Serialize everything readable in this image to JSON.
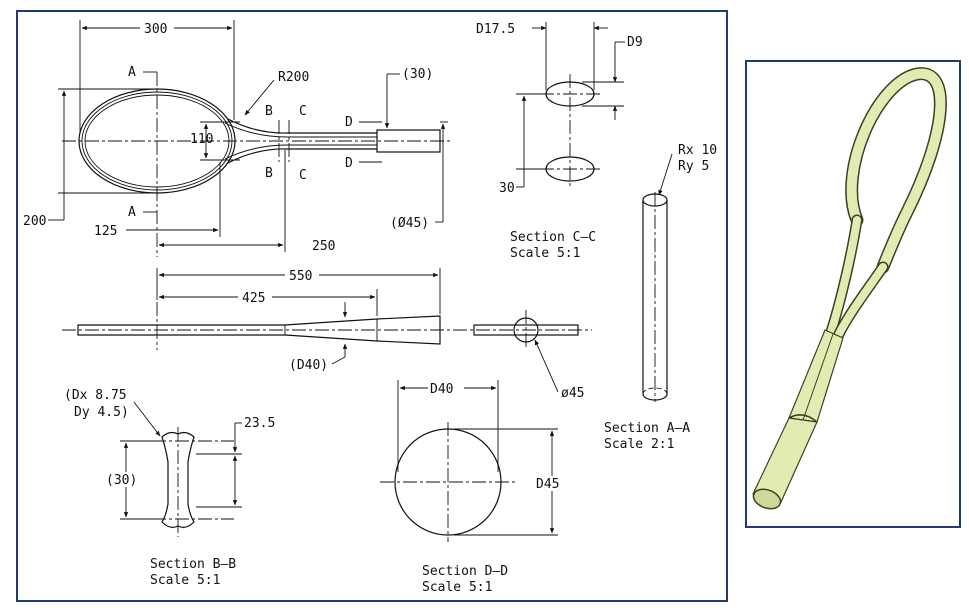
{
  "colors": {
    "frame": "#1f3a78",
    "ink": "#111111",
    "racket": "#e4ebb2",
    "racket_edge": "#3c4024"
  },
  "dimensions": {
    "d300": "300",
    "r200": "R200",
    "d30top": "(30)",
    "a_top": "A",
    "a_bottom": "A",
    "b_top": "B",
    "c_top": "C",
    "b_bottom": "B",
    "c_bottom": "C",
    "d_top": "D",
    "d_bottom": "D",
    "d110": "110",
    "d200": "200",
    "d125": "125",
    "d250": "250",
    "phi45_top": "(Ø45)",
    "d550": "550",
    "d425": "425",
    "d40": "(D40)",
    "phi45_side": "ø45"
  },
  "section_cc": {
    "d175": "D17.5",
    "d9": "D9",
    "d30": "30",
    "title": "Section C–C",
    "scale": "Scale 5:1"
  },
  "section_aa": {
    "rx": "Rx 10",
    "ry": "Ry 5",
    "title": "Section A–A",
    "scale": "Scale 2:1"
  },
  "section_bb": {
    "dx": "(Dx 8.75",
    "dy": "Dy 4.5)",
    "d235": "23.5",
    "d30": "(30)",
    "title": "Section B–B",
    "scale": "Scale 5:1"
  },
  "section_dd": {
    "d40": "D40",
    "d45": "D45",
    "title": "Section D–D",
    "scale": "Scale 5:1"
  }
}
